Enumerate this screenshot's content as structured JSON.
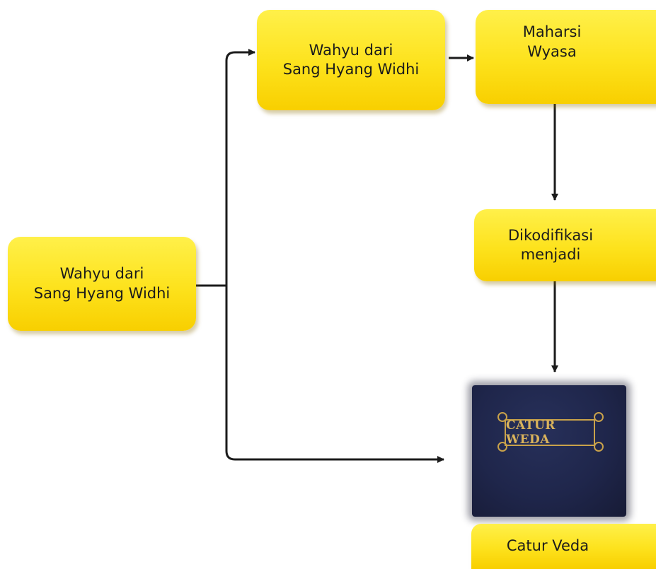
{
  "nodes": {
    "source": "Wahyu dari\nSang Hyang Widhi",
    "revelation": "Wahyu dari\nSang Hyang Widhi",
    "maharsi": "Maharsi\nWyasa",
    "kodifikasi": "Dikodifikasi\nmenjadi",
    "result": "Catur Veda"
  },
  "book": {
    "cover_title": "CATUR WEDA"
  },
  "colors": {
    "box_fill": "#fde21c",
    "arrow": "#1b1b1b",
    "book_cover": "#1f264b",
    "gold": "#c9a24a"
  }
}
